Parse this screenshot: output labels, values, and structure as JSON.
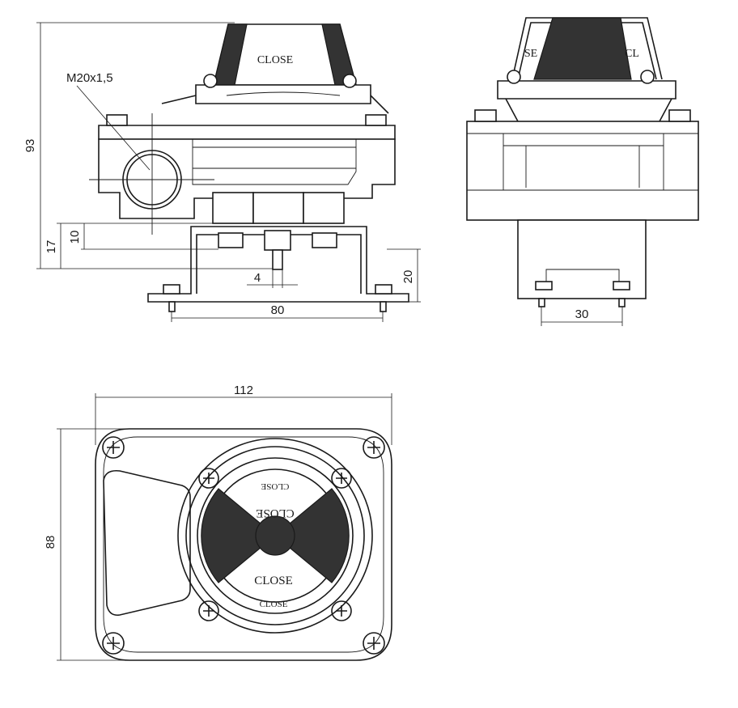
{
  "dimensions": {
    "overall_height": "93",
    "thread": "M20x1,5",
    "d17": "17",
    "d10": "10",
    "d4": "4",
    "d80": "80",
    "d20": "20",
    "d30": "30",
    "d112": "112",
    "d88": "88"
  },
  "indicator": {
    "front_label": "CLOSE",
    "side_label_left": "SE",
    "side_label_right": "CL",
    "dial_top_outer": "CLOSE",
    "dial_top_inner": "CLOSE",
    "dial_bottom_inner": "CLOSE",
    "dial_bottom_outer": "CLOSE"
  },
  "colors": {
    "line": "#1a1a1a",
    "indicator_fill": "#333333",
    "background": "#ffffff"
  }
}
